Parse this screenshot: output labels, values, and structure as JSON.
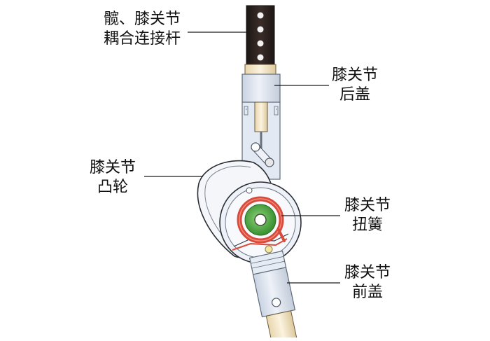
{
  "colors": {
    "background": "#ffffff",
    "line": "#1a1a1a",
    "link_bar": "#2b2220",
    "link_hole": "#f2f2f2",
    "cover": "#dfe6f1",
    "cover_edge": "#5e6a78",
    "spring": "#d94a3a",
    "spring_light": "#e86f60",
    "hub": "#3c9c35",
    "hub_light": "#79c765",
    "cam": "#f4f6f9"
  },
  "labels": {
    "link": {
      "line1": "髋、膝关节",
      "line2": "耦合连接杆"
    },
    "rear_cover": {
      "line1": "膝关节",
      "line2": "后盖"
    },
    "cam": {
      "line1": "膝关节",
      "line2": "凸轮"
    },
    "torsion_spring": {
      "line1": "膝关节",
      "line2": "扭簧"
    },
    "front_cover": {
      "line1": "膝关节",
      "line2": "前盖"
    }
  }
}
